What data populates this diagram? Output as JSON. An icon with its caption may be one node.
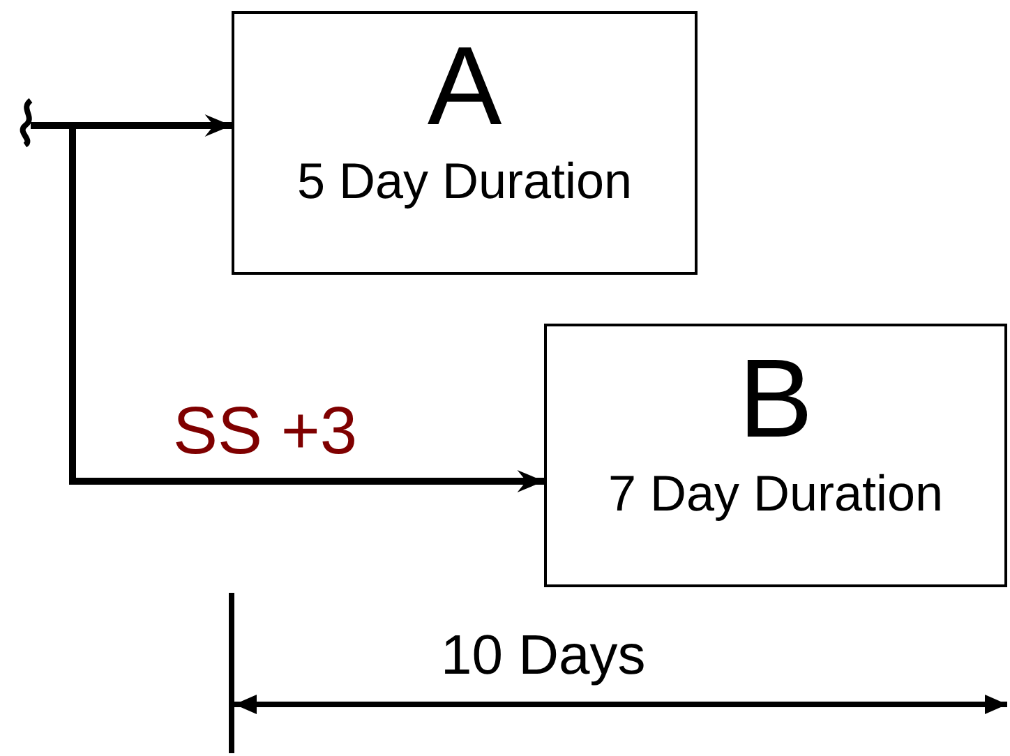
{
  "diagram": {
    "nodes": [
      {
        "text": [
          "A",
          "5 Day Duration"
        ]
      },
      {
        "text": [
          "B",
          "7 Day Duration"
        ]
      }
    ],
    "edges": [
      {
        "from": null,
        "to": 0,
        "arrow": "to"
      },
      {
        "from": null,
        "to": 1,
        "arrow": "to",
        "label": "SS +3"
      }
    ],
    "labels": [
      "10 Days"
    ]
  }
}
